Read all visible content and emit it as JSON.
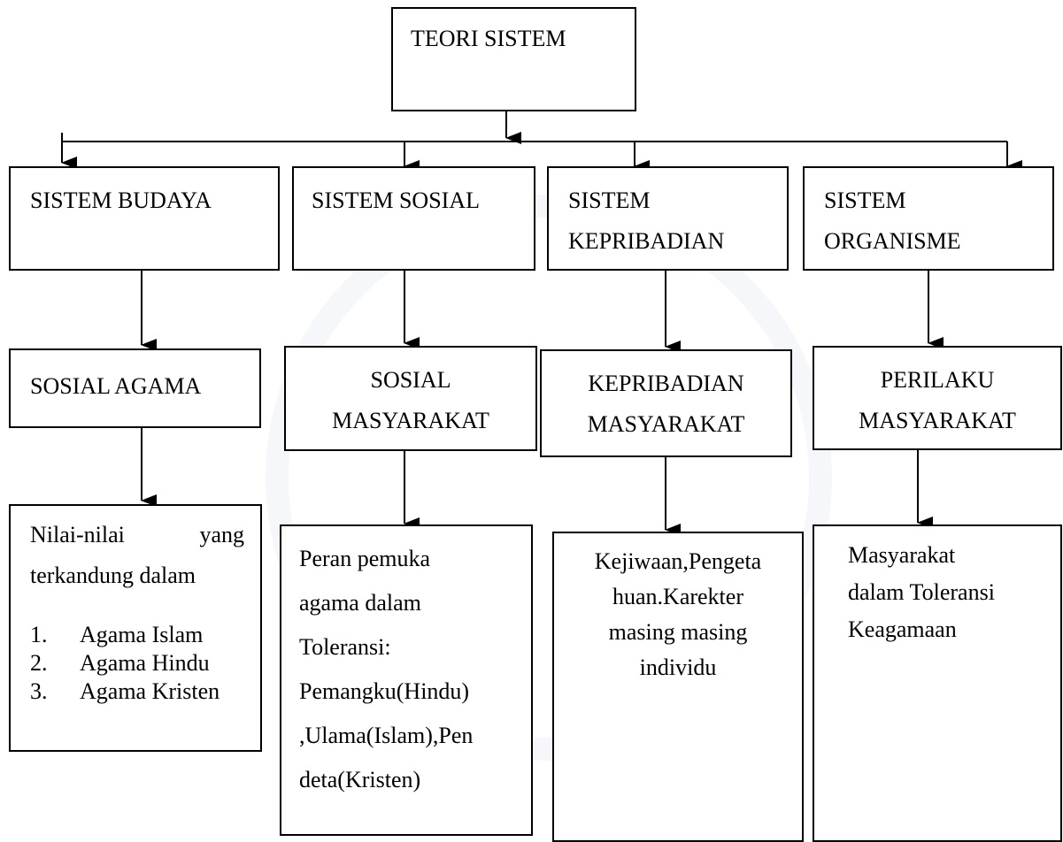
{
  "root": {
    "label": "TEORI SISTEM"
  },
  "systems": [
    {
      "label": "SISTEM BUDAYA"
    },
    {
      "label": "SISTEM SOSIAL"
    },
    {
      "line1": "SISTEM",
      "line2": "KEPRIBADIAN"
    },
    {
      "line1": "SISTEM",
      "line2": "ORGANISME"
    }
  ],
  "aspects": [
    {
      "label": "SOSIAL AGAMA"
    },
    {
      "line1": "SOSIAL",
      "line2": "MASYARAKAT"
    },
    {
      "line1": "KEPRIBADIAN",
      "line2": "MASYARAKAT"
    },
    {
      "line1": "PERILAKU",
      "line2": "MASYARAKAT"
    }
  ],
  "details": {
    "budaya": {
      "intro_line1_a": "Nilai-nilai",
      "intro_line1_b": "yang",
      "intro_line2": "terkandung dalam",
      "items": [
        {
          "num": "1.",
          "text": "Agama Islam"
        },
        {
          "num": "2.",
          "text": "Agama Hindu"
        },
        {
          "num": "3.",
          "text": "Agama Kristen"
        }
      ]
    },
    "sosial": {
      "lines": [
        "Peran pemuka",
        "agama dalam",
        "Toleransi:",
        "Pemangku(Hindu)",
        ",Ulama(Islam),Pen",
        "deta(Kristen)"
      ]
    },
    "kepribadian": {
      "lines": [
        "Kejiwaan,Pengeta",
        "huan.Karekter",
        "masing masing",
        "individu"
      ]
    },
    "organisme": {
      "lines": [
        "Masyarakat",
        "dalam Toleransi",
        "Keagamaan"
      ]
    }
  }
}
